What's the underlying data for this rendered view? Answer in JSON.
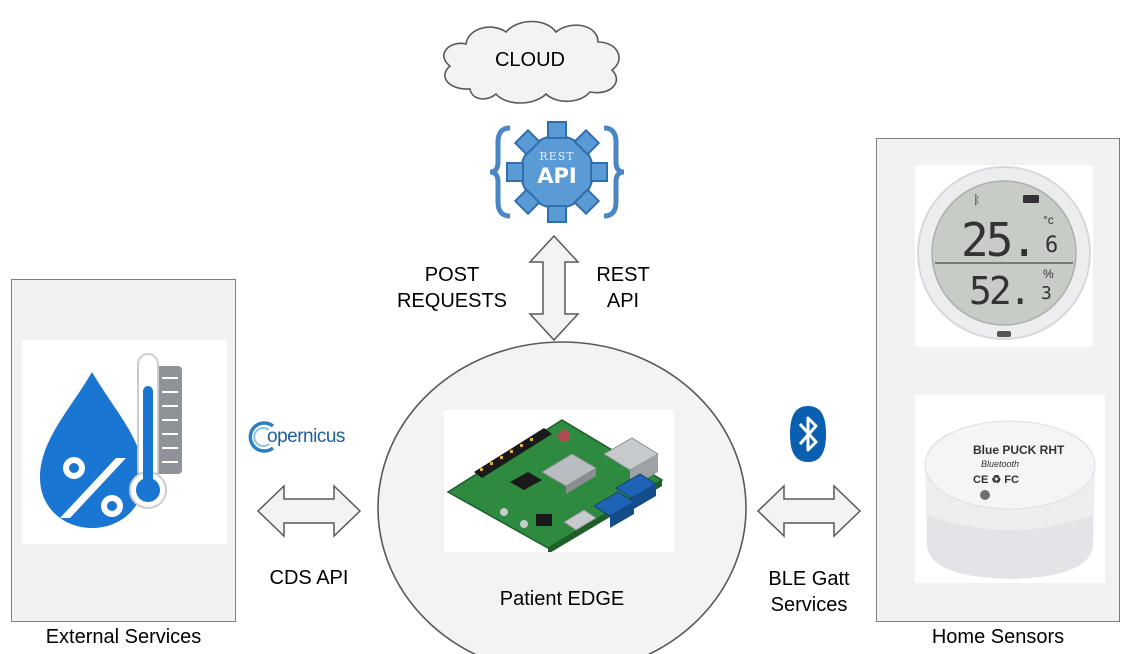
{
  "cloud": {
    "label": "CLOUD"
  },
  "api_badge": {
    "line1": "REST",
    "line2": "API"
  },
  "link_edge_cloud": {
    "left_line1": "POST",
    "left_line2": "REQUESTS",
    "right_line1": "REST",
    "right_line2": "API"
  },
  "edge": {
    "label": "Patient EDGE"
  },
  "external": {
    "label": "External Services",
    "provider_logo_text": "opernicus",
    "link_label": "CDS API"
  },
  "home": {
    "label": "Home Sensors",
    "link_line1": "BLE Gatt",
    "link_line2": "Services",
    "sensor1": {
      "temp": "25.",
      "temp_dec": "6",
      "temp_unit": "°c",
      "hum": "52.",
      "hum_dec": "3",
      "hum_unit": "%"
    },
    "sensor2": {
      "brand": "Blue PUCK RHT",
      "bluetooth": "Bluetooth",
      "marks": "CE ♻ FC"
    }
  },
  "colors": {
    "arrow_fill": "#f3f3f3",
    "arrow_stroke": "#595959",
    "bluetooth_blue": "#0a5fb0",
    "gear_blue": "#5b9bd5",
    "drop_blue": "#1976d2"
  }
}
